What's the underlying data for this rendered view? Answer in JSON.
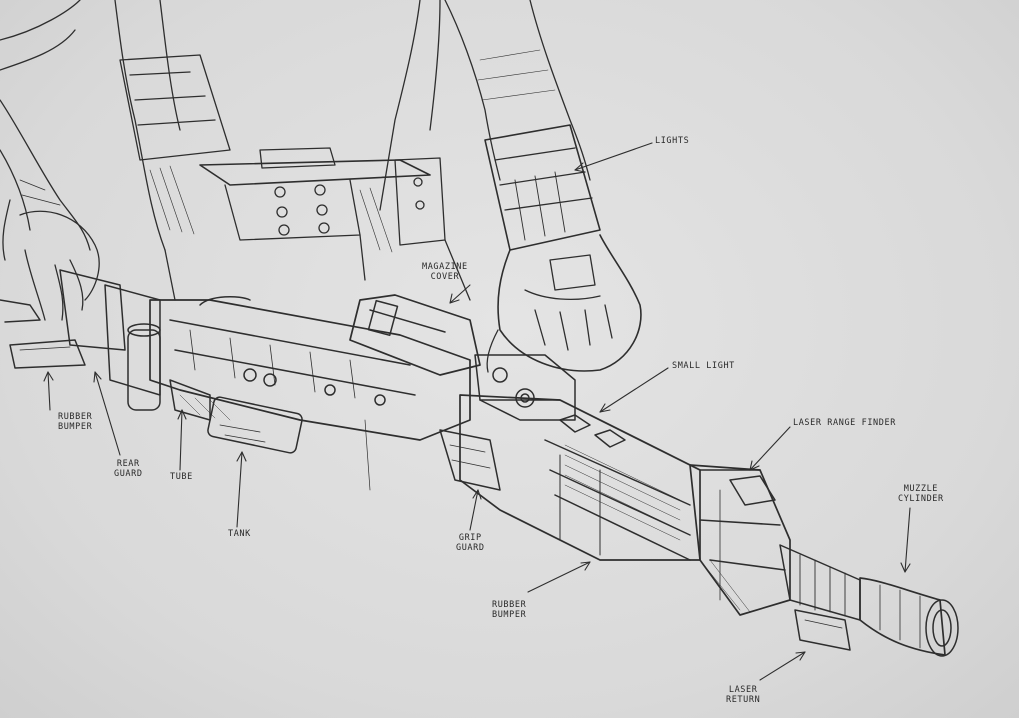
{
  "labels": {
    "lights": "LIGHTS",
    "magazine_cover": "MAGAZINE\nCOVER",
    "small_light": "SMALL LIGHT",
    "laser_range_finder": "LASER RANGE FINDER",
    "muzzle_cylinder": "MUZZLE\nCYLINDER",
    "rubber_bumper_left": "RUBBER\nBUMPER",
    "rear_guard": "REAR\nGUARD",
    "tube": "TUBE",
    "tank": "TANK",
    "grip_guard": "GRIP\nGUARD",
    "rubber_bumper_right": "RUBBER\nBUMPER",
    "laser_return": "LASER\nRETURN"
  },
  "colors": {
    "paper": "#dcdcdc",
    "ink": "#2a2a2a"
  }
}
